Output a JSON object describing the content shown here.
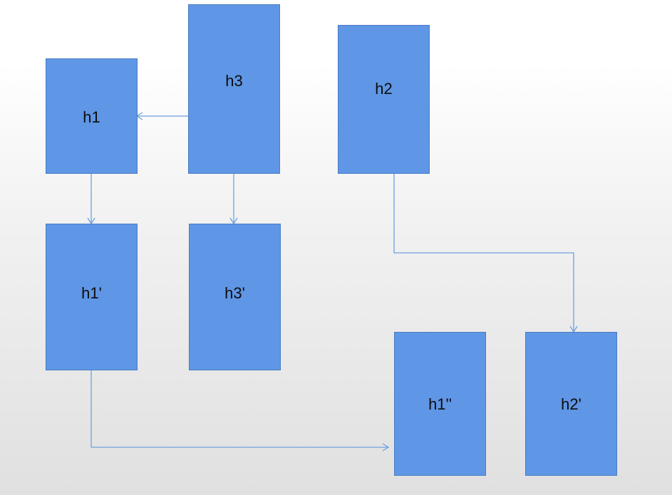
{
  "diagram": {
    "colors": {
      "box_fill": "#5f96e5",
      "box_border": "#4a7dc4",
      "connector": "#6fa0df",
      "label_text": "#0d0d0d"
    },
    "boxes": {
      "h1": "h1",
      "h3": "h3",
      "h2": "h2",
      "h1_prime": "h1'",
      "h3_prime": "h3'",
      "h1_double_prime": "h1''",
      "h2_prime": "h2'"
    },
    "edges": [
      {
        "from": "h3",
        "to": "h1"
      },
      {
        "from": "h1",
        "to": "h1'"
      },
      {
        "from": "h3",
        "to": "h3'"
      },
      {
        "from": "h2",
        "to": "h2'"
      },
      {
        "from": "h1'",
        "to": "h1''"
      }
    ]
  }
}
